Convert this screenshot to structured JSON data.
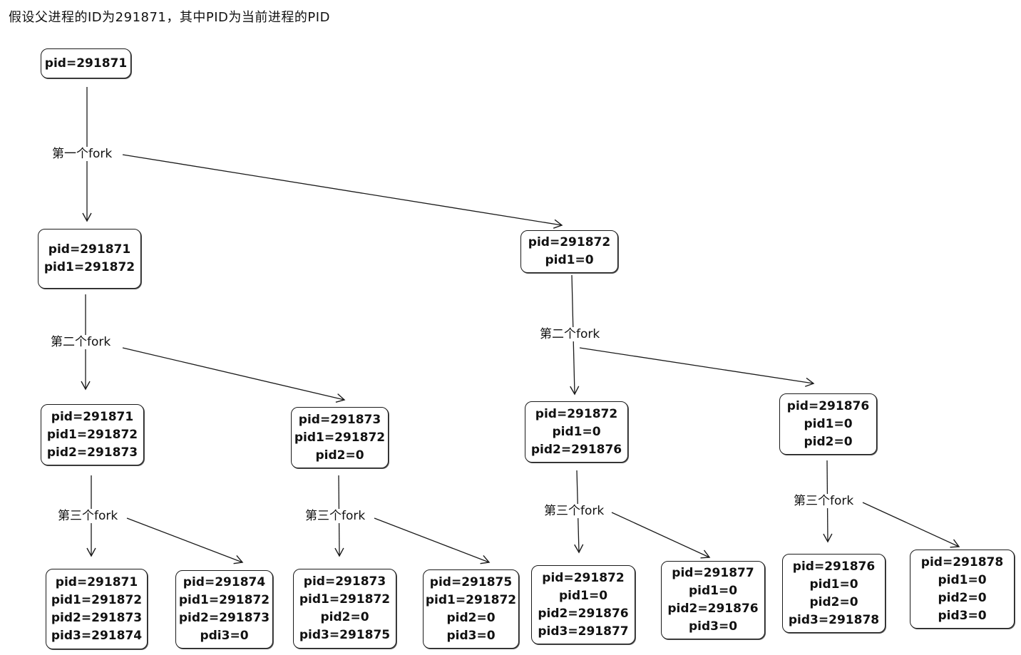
{
  "title": "假设父进程的ID为291871，其中PID为当前进程的PID",
  "fork_labels": {
    "first": "第一个fork",
    "second": "第二个fork",
    "third": "第三个fork"
  },
  "nodes": {
    "root": [
      "pid=291871"
    ],
    "a": [
      "pid=291871",
      "pid1=291872"
    ],
    "b": [
      "pid=291872",
      "pid1=0"
    ],
    "a1": [
      "pid=291871",
      "pid1=291872",
      "pid2=291873"
    ],
    "a2": [
      "pid=291873",
      "pid1=291872",
      "pid2=0"
    ],
    "b1": [
      "pid=291872",
      "pid1=0",
      "pid2=291876"
    ],
    "b2": [
      "pid=291876",
      "pid1=0",
      "pid2=0"
    ],
    "l1": [
      "pid=291871",
      "pid1=291872",
      "pid2=291873",
      "pid3=291874"
    ],
    "l2": [
      "pid=291874",
      "pid1=291872",
      "pid2=291873",
      "pdi3=0"
    ],
    "l3": [
      "pid=291873",
      "pid1=291872",
      "pid2=0",
      "pid3=291875"
    ],
    "l4": [
      "pid=291875",
      "pid1=291872",
      "pid2=0",
      "pid3=0"
    ],
    "l5": [
      "pid=291872",
      "pid1=0",
      "pid2=291876",
      "pid3=291877"
    ],
    "l6": [
      "pid=291877",
      "pid1=0",
      "pid2=291876",
      "pid3=0"
    ],
    "l7": [
      "pid=291876",
      "pid1=0",
      "pid2=0",
      "pid3=291878"
    ],
    "l8": [
      "pid=291878",
      "pid1=0",
      "pid2=0",
      "pid3=0"
    ]
  }
}
